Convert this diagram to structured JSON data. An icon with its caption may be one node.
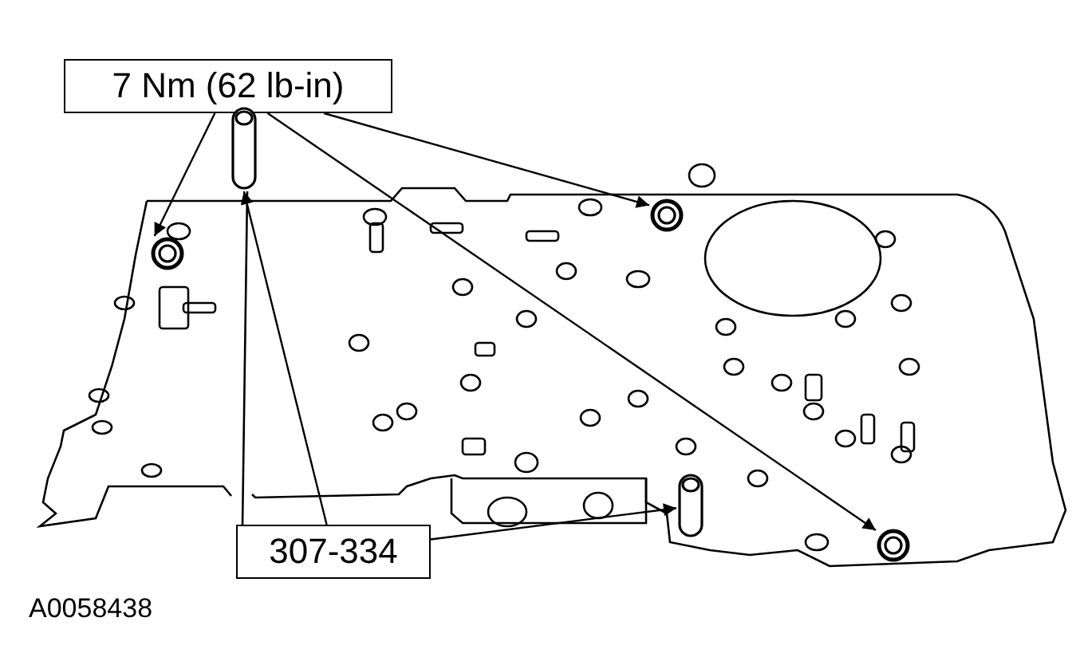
{
  "diagram": {
    "nodes": [
      {
        "text": [
          "7 Nm (62 lb-in)"
        ]
      },
      {
        "text": [],
        "shape": "circle"
      },
      {
        "text": [],
        "shape": "circle"
      },
      {
        "text": [],
        "shape": "circle"
      },
      {
        "text": [
          "307-334"
        ]
      },
      {
        "text": [],
        "shape": "cylinder"
      },
      {
        "text": [],
        "shape": "cylinder"
      }
    ],
    "edges": [
      {
        "from": 0,
        "to": 1,
        "arrow": "to"
      },
      {
        "from": 0,
        "to": 2,
        "arrow": "to"
      },
      {
        "from": 0,
        "to": 3,
        "arrow": "to"
      },
      {
        "from": 4,
        "to": 5,
        "arrow": "to"
      },
      {
        "from": 4,
        "to": 6,
        "arrow": "to"
      }
    ],
    "labels": [
      "A0058438"
    ]
  }
}
